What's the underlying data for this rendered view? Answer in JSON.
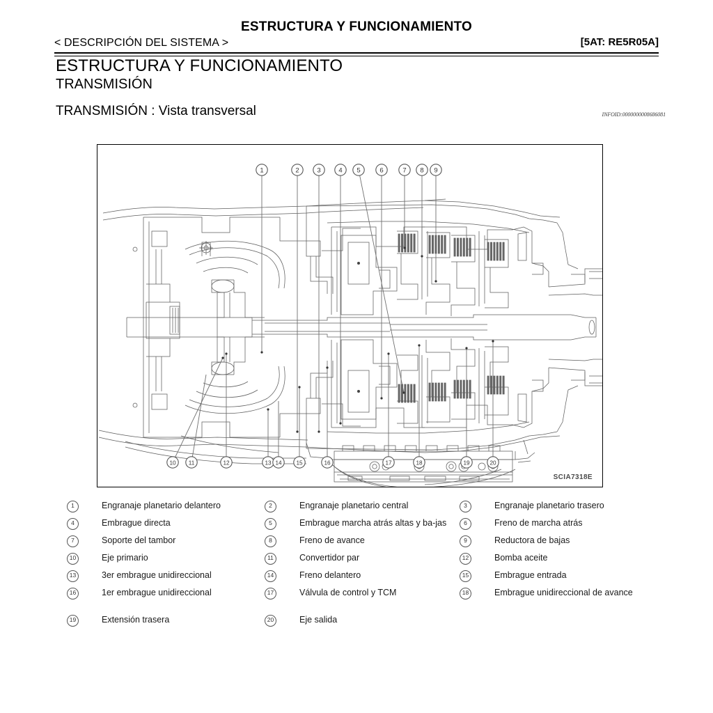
{
  "header": {
    "title": "ESTRUCTURA Y FUNCIONAMIENTO",
    "breadcrumb": "< DESCRIPCIÓN DEL SISTEMA >",
    "code": "[5AT: RE5R05A]"
  },
  "section": {
    "h1": "ESTRUCTURA Y FUNCIONAMIENTO",
    "h2": "TRANSMISIÓN",
    "h3": "TRANSMISIÓN : Vista transversal",
    "infoid": "INFOID:0000000008686081"
  },
  "figure": {
    "code": "SCIA7318E",
    "top_callouts": [
      "1",
      "2",
      "3",
      "4",
      "5",
      "6",
      "7",
      "8",
      "9"
    ],
    "bottom_callouts": [
      "10",
      "11",
      "12",
      "13",
      "14",
      "15",
      "16",
      "17",
      "18",
      "19",
      "20"
    ]
  },
  "legend": {
    "rows": [
      [
        {
          "num": "1",
          "text": "Engranaje planetario delantero"
        },
        {
          "num": "2",
          "text": "Engranaje planetario central"
        },
        {
          "num": "3",
          "text": "Engranaje planetario trasero"
        }
      ],
      [
        {
          "num": "4",
          "text": "Embrague directa"
        },
        {
          "num": "5",
          "text": "Embrague marcha atrás altas y ba-jas"
        },
        {
          "num": "6",
          "text": "Freno de marcha atrás"
        }
      ],
      [
        {
          "num": "7",
          "text": "Soporte del tambor"
        },
        {
          "num": "8",
          "text": "Freno de avance"
        },
        {
          "num": "9",
          "text": "Reductora de bajas"
        }
      ],
      [
        {
          "num": "10",
          "text": "Eje primario"
        },
        {
          "num": "11",
          "text": "Convertidor par"
        },
        {
          "num": "12",
          "text": "Bomba aceite"
        }
      ],
      [
        {
          "num": "13",
          "text": "3er embrague unidireccional"
        },
        {
          "num": "14",
          "text": "Freno delantero"
        },
        {
          "num": "15",
          "text": "Embrague entrada"
        }
      ],
      [
        {
          "num": "16",
          "text": "1er embrague unidireccional"
        },
        {
          "num": "17",
          "text": "Válvula de control y TCM"
        },
        {
          "num": "18",
          "text": "Embrague unidireccional de avance"
        }
      ],
      [
        {
          "num": "19",
          "text": "Extensión trasera"
        },
        {
          "num": "20",
          "text": "Eje salida"
        },
        {
          "num": "",
          "text": ""
        }
      ]
    ]
  }
}
